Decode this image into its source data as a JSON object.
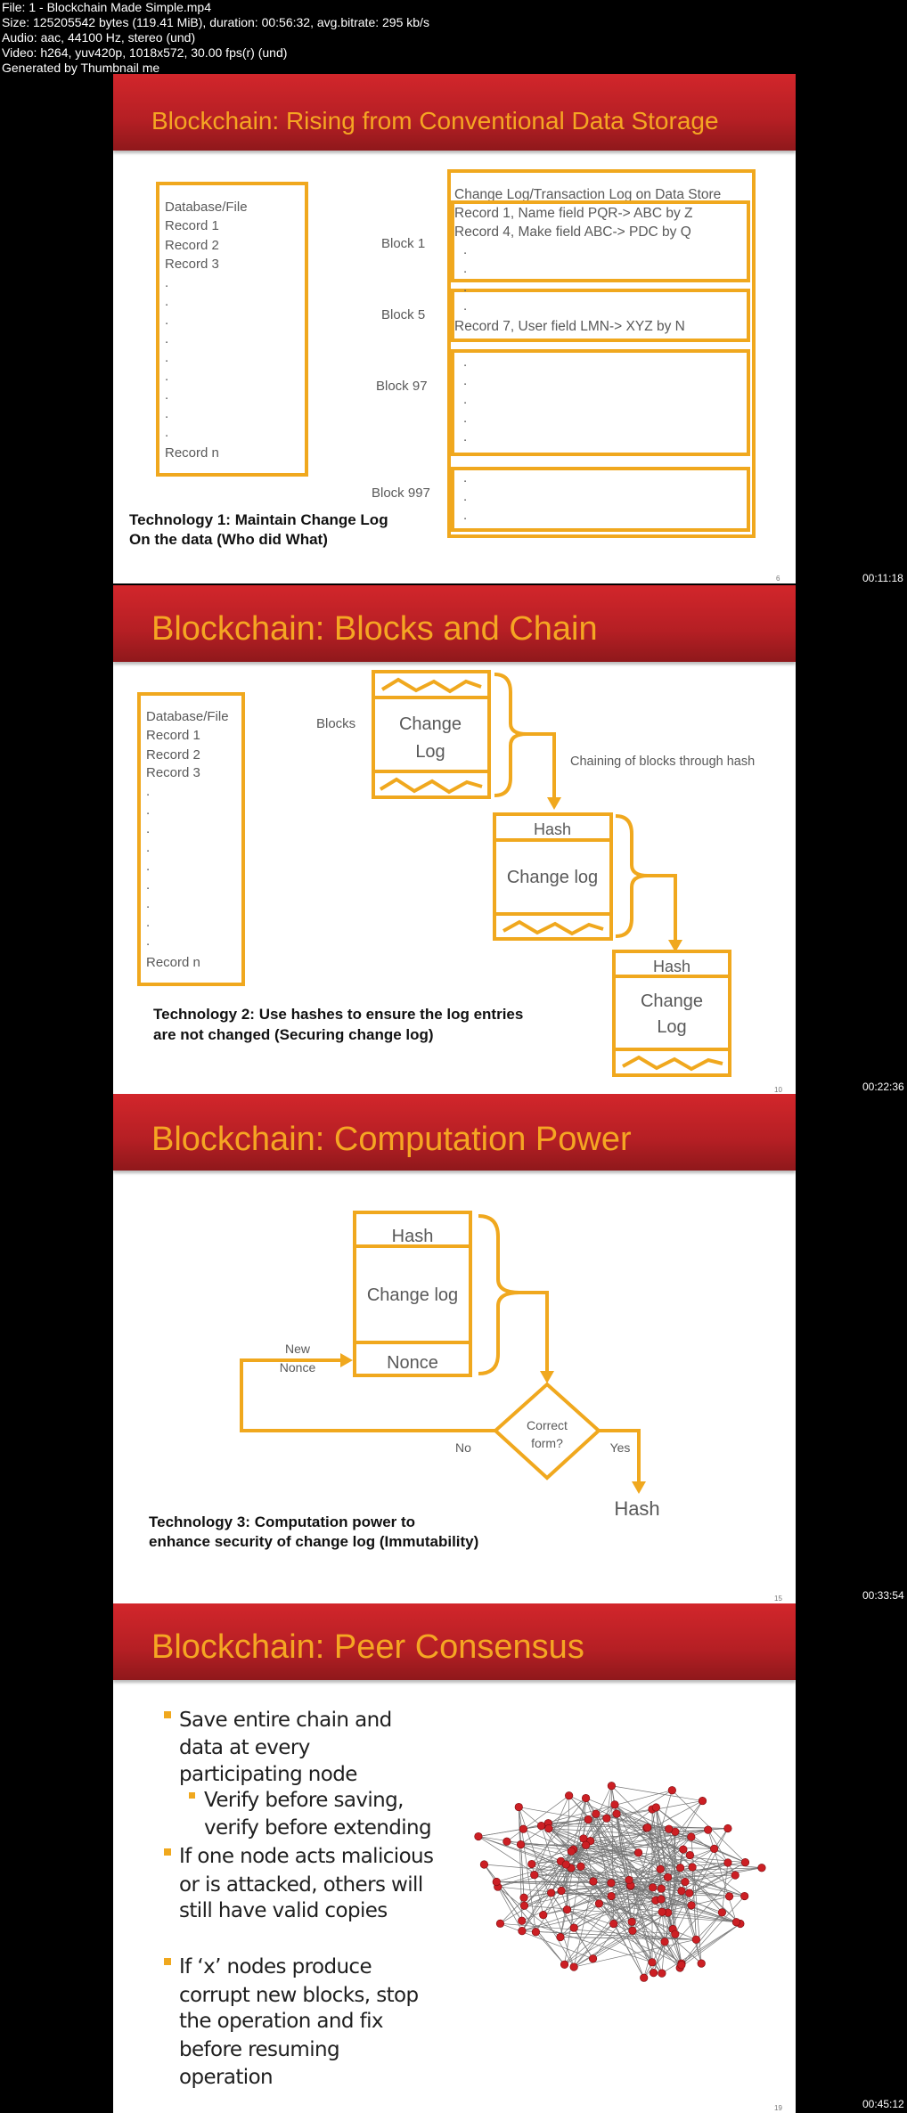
{
  "file_info": [
    "File: 1 - Blockchain Made Simple.mp4",
    "Size: 125205542 bytes (119.41 MiB), duration: 00:56:32, avg.bitrate: 295 kb/s",
    "Audio: aac, 44100 Hz, stereo (und)",
    "Video: h264, yuv420p, 1018x572, 30.00 fps(r) (und)",
    "Generated by Thumbnail me"
  ],
  "timestamps": [
    "00:11:18",
    "00:22:36",
    "00:33:54",
    "00:45:12"
  ],
  "colors": {
    "accent": "#f5a623",
    "header_red": "#c8242a",
    "node_red": "#cc1f24"
  },
  "slide1": {
    "title": "Blockchain: Rising from Conventional Data Storage",
    "db": {
      "title": "Database/File",
      "records": [
        "Record 1",
        "Record 2",
        "Record 3"
      ],
      "last": "Record n"
    },
    "blocks": [
      "Block 1",
      "Block 5",
      "Block 97",
      "Block 997"
    ],
    "log_header": "Change Log/Transaction Log on Data Store",
    "block1_lines": [
      "Record 1, Name field PQR-> ABC by Z",
      "Record 4, Make field ABC-> PDC by Q"
    ],
    "block5_line": "Record 7, User field LMN-> XYZ by N",
    "tech": [
      "Technology 1: Maintain Change Log",
      "On the data (Who did What)"
    ],
    "page": "6"
  },
  "slide2": {
    "title": "Blockchain: Blocks and Chain",
    "db": {
      "title": "Database/File",
      "records": [
        "Record 1",
        "Record 2",
        "Record 3"
      ],
      "last": "Record n"
    },
    "blocks_label": "Blocks",
    "block_a": [
      "Change",
      "Log"
    ],
    "chain_label": "Chaining of blocks through hash",
    "block_b": {
      "hash": "Hash",
      "log": "Change log"
    },
    "block_c": {
      "hash": "Hash",
      "log": [
        "Change",
        "Log"
      ]
    },
    "tech": [
      "Technology 2: Use hashes to ensure the log entries",
      "are not changed (Securing change log)"
    ],
    "page": "10"
  },
  "slide3": {
    "title": "Blockchain: Computation Power",
    "hash": "Hash",
    "log": "Change log",
    "nonce": "Nonce",
    "new_nonce": [
      "New",
      "Nonce"
    ],
    "decision": [
      "Correct",
      "form?"
    ],
    "no": "No",
    "yes": "Yes",
    "result": "Hash",
    "tech": [
      "Technology 3: Computation power to",
      "enhance security of change log (Immutability)"
    ],
    "page": "15"
  },
  "slide4": {
    "title": "Blockchain: Peer Consensus",
    "bullets": [
      [
        "Save entire chain and",
        "data at every",
        "participating node"
      ],
      [
        "Verify before saving,",
        "verify before extending"
      ],
      [
        "If one node acts malicious",
        "or is attacked, others will",
        "still have valid copies"
      ],
      [
        "If ‘x’ nodes produce",
        "corrupt new blocks, stop",
        "the operation and fix",
        "before resuming",
        "operation"
      ]
    ],
    "page": "19"
  }
}
